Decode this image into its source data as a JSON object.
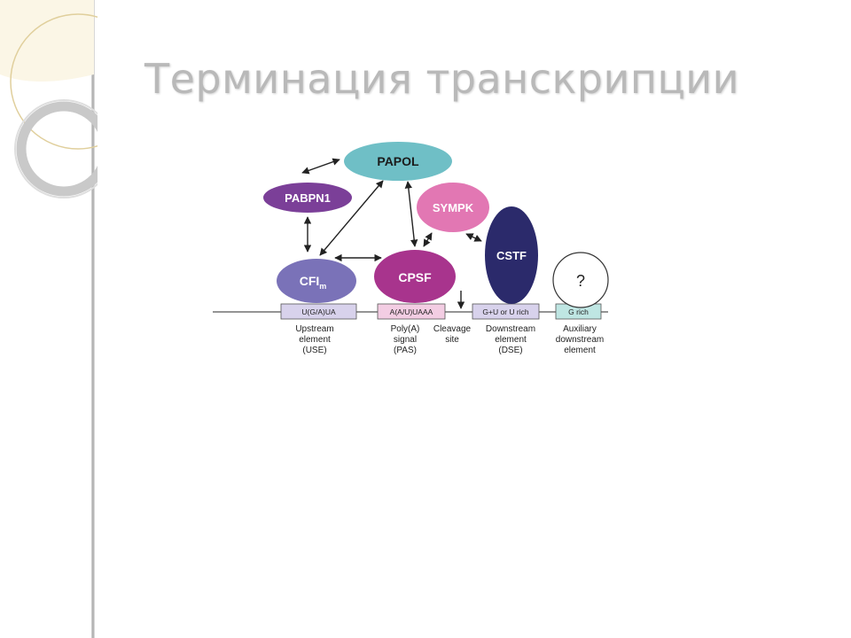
{
  "slide": {
    "title": "Терминация транскрипции"
  },
  "diagram": {
    "proteins": {
      "papol": "PAPOL",
      "pabpn1": "PABPN1",
      "sympk": "SYMPK",
      "cfim": "CFI",
      "cfim_sub": "m",
      "cpsf": "CPSF",
      "cstf": "CSTF",
      "unknown": "?"
    },
    "elements": {
      "use_seq": "U(G/A)UA",
      "pas_seq": "A(A/U)UAAA",
      "dse_seq": "G+U or U rich",
      "aux_seq": "G rich"
    },
    "captions": {
      "use": [
        "Upstream",
        "element",
        "(USE)"
      ],
      "pas": [
        "Poly(A)",
        "signal",
        "(PAS)"
      ],
      "cleavage": [
        "Cleavage",
        "site"
      ],
      "dse": [
        "Downstream",
        "element",
        "(DSE)"
      ],
      "aux": [
        "Auxiliary",
        "downstream",
        "element"
      ]
    },
    "colors": {
      "papol": "#6fbfc6",
      "pabpn1": "#7b3f98",
      "sympk": "#e277b3",
      "cfim": "#7a72b8",
      "cpsf": "#a8348d",
      "cstf": "#2b2a6b",
      "use_box": "#d8d2ec",
      "pas_box": "#f3cde3",
      "dse_box": "#d8d2ec",
      "aux_box": "#bfe6e3"
    }
  }
}
